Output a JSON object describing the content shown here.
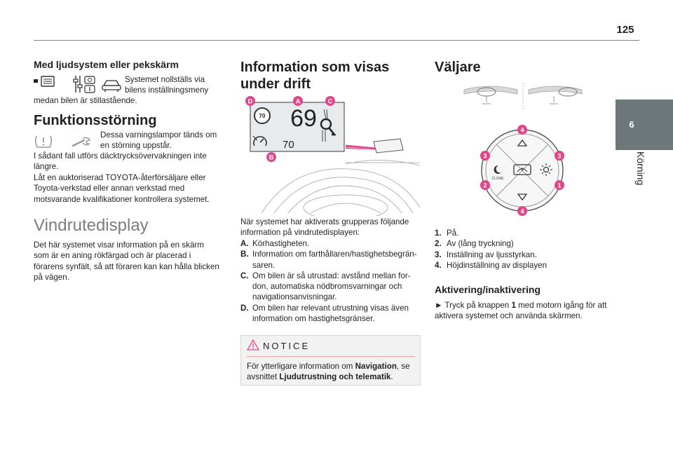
{
  "page": {
    "number": "125"
  },
  "chapter": {
    "number": "6",
    "title": "Körning"
  },
  "col1": {
    "audio_heading": "Med ljudsystem eller pekskärm",
    "audio_line1": "Systemet nollställs via",
    "audio_line2": "bilens inställningsmeny",
    "audio_line3": "medan bilen är stillastående.",
    "fault_heading": "Funktionsstörning",
    "fault_line1": "Dessa varningslampor tänds om",
    "fault_line2": "en störning uppstår.",
    "fault_p1": "I sådant fall utförs däcktrycksövervakningen inte längre.",
    "fault_p2": "Låt en auktoriserad TOYOTA-återförsäljare eller Toyota-verkstad eller annan verkstad med motsvarande kvalifikationer kontrollera systemet.",
    "hud_heading": "Vindrutedisplay",
    "hud_text": "Det här systemet visar information på en skärm som är en aning rökfärgad och är placerad i förarens synfält, så att föraren kan kan hålla blicken på vägen."
  },
  "col2": {
    "info_heading_l1": "Information som visas",
    "info_heading_l2": "under drift",
    "figure": {
      "speed": "69",
      "limit_sign": "70",
      "cruise_speed": "70",
      "callouts": [
        "D",
        "A",
        "C",
        "B"
      ]
    },
    "intro": "När systemet har aktiverats grupperas följande information på vindrutedisplayen:",
    "items": [
      {
        "key": "A.",
        "text": "Körhastigheten."
      },
      {
        "key": "B.",
        "text": "Information om farthållaren/hastighetsbegrän-saren."
      },
      {
        "key": "C.",
        "text": "Om bilen är så utrustad: avstånd mellan for-don, automatiska nödbromsvarningar och navigationsanvisningar."
      },
      {
        "key": "D.",
        "text": "Om bilen har relevant utrustning visas även information om hastighetsgränser."
      }
    ],
    "notice_title": "NOTICE",
    "notice_pre": "För ytterligare information om ",
    "notice_b1": "Navigation",
    "notice_mid": ", se avsnittet ",
    "notice_b2": "Ljudutrustning och telematik",
    "notice_post": "."
  },
  "col3": {
    "selector_heading": "Väljare",
    "control_labels": [
      "4",
      "3",
      "3",
      "2",
      "1",
      "4"
    ],
    "close_label": "CLOSE",
    "items": [
      {
        "key": "1.",
        "text": "På."
      },
      {
        "key": "2.",
        "text": "Av (lång tryckning)"
      },
      {
        "key": "3.",
        "text": "Inställning av ljusstyrkan."
      },
      {
        "key": "4.",
        "text": "Höjdinställning av displayen"
      }
    ],
    "activation_heading": "Aktivering/inaktivering",
    "activation_arrow": "►",
    "activation_pre": "Tryck på knappen ",
    "activation_b": "1",
    "activation_post": " med motorn igång för att aktivera systemet och använda skärmen."
  },
  "colors": {
    "callout": "#e0468a",
    "chapter_tab": "#6d7678",
    "notice_rule": "#e9a2a2"
  }
}
